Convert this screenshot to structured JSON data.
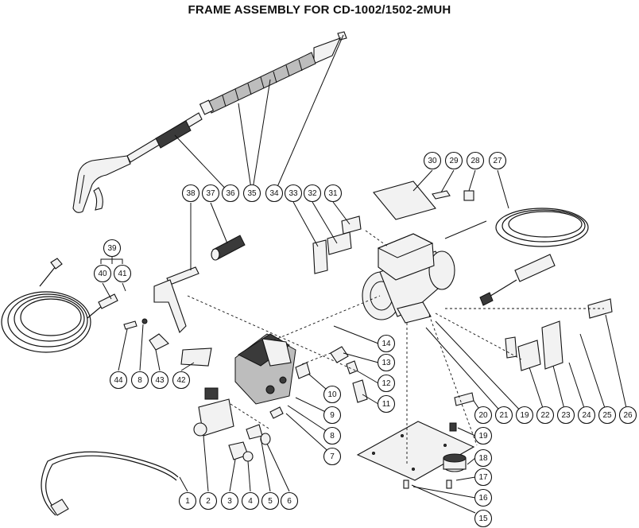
{
  "title": "FRAME ASSEMBLY FOR CD-1002/1502-2MUH",
  "callouts": [
    "1",
    "2",
    "3",
    "4",
    "5",
    "6",
    "7",
    "8",
    "9",
    "10",
    "11",
    "12",
    "13",
    "14",
    "15",
    "16",
    "17",
    "18",
    "19",
    "20",
    "21",
    "22",
    "23",
    "24",
    "25",
    "26",
    "27",
    "28",
    "29",
    "30",
    "31",
    "32",
    "33",
    "34",
    "35",
    "36",
    "37",
    "38",
    "39",
    "40",
    "41",
    "42",
    "43",
    "44"
  ]
}
